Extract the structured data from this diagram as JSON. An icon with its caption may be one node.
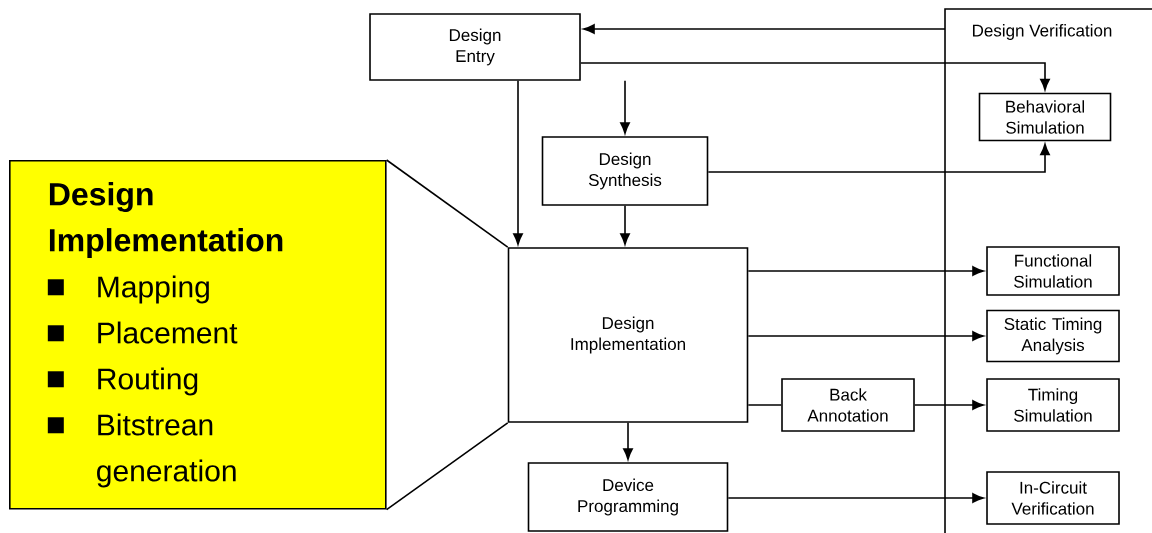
{
  "diagram": {
    "nodes": [
      {
        "text": [
          "Design Entry"
        ]
      },
      {
        "text": [
          "Design Verification"
        ]
      },
      {
        "text": [
          "Behavioral Simulation"
        ],
        "in": 1
      },
      {
        "text": [
          "Design Synthesis"
        ]
      },
      {
        "text": [
          "Design Implementation"
        ]
      },
      {
        "text": [
          "Functional Simulation"
        ],
        "in": 1
      },
      {
        "text": [
          "Static Timing Analysis"
        ],
        "in": 1
      },
      {
        "text": [
          "Back Annotation"
        ]
      },
      {
        "text": [
          "Timing Simulation"
        ],
        "in": 1
      },
      {
        "text": [
          "Device Programming"
        ]
      },
      {
        "text": [
          "In-Circuit Verification"
        ],
        "in": 1
      },
      {
        "text": [
          "Design Implementation",
          "Mapping",
          "Placement",
          "Routing",
          "Bitstrean generation"
        ]
      }
    ],
    "edges": [
      {
        "from": 1,
        "to": 0,
        "arrow": "to"
      },
      {
        "from": 0,
        "to": 2,
        "arrow": "to"
      },
      {
        "from": 0,
        "to": 3,
        "arrow": "to"
      },
      {
        "from": 0,
        "to": 4,
        "arrow": "to"
      },
      {
        "from": 3,
        "to": 2,
        "arrow": "to"
      },
      {
        "from": 3,
        "to": 4,
        "arrow": "to"
      },
      {
        "from": 4,
        "to": 5,
        "arrow": "to"
      },
      {
        "from": 4,
        "to": 6,
        "arrow": "to"
      },
      {
        "from": 4,
        "to": 7,
        "arrow": "none"
      },
      {
        "from": 7,
        "to": 8,
        "arrow": "to"
      },
      {
        "from": 4,
        "to": 9,
        "arrow": "to"
      },
      {
        "from": 9,
        "to": 10,
        "arrow": "to"
      },
      {
        "from": 11,
        "to": 4,
        "arrow": "none"
      },
      {
        "from": 11,
        "to": 4,
        "arrow": "none"
      }
    ]
  }
}
